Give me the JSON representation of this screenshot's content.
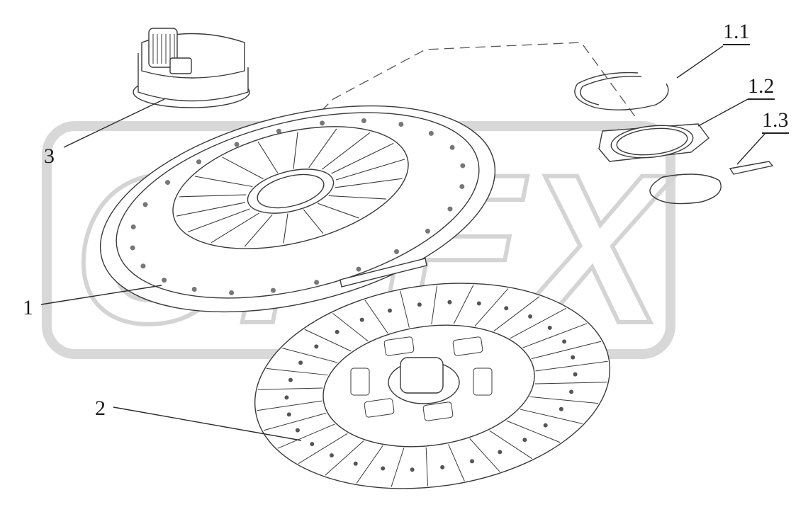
{
  "watermark": {
    "text": "OPEX",
    "color": "#d4d4d4"
  },
  "stroke_color": "#3a3a3a",
  "callouts": [
    {
      "id": "1",
      "label": "1",
      "target": "pressure-plate-assembly"
    },
    {
      "id": "2",
      "label": "2",
      "target": "clutch-disc"
    },
    {
      "id": "3",
      "label": "3",
      "target": "release-bearing"
    },
    {
      "id": "1.1",
      "label": "1.1",
      "target": "snap-ring"
    },
    {
      "id": "1.2",
      "label": "1.2",
      "target": "retaining-ring"
    },
    {
      "id": "1.3",
      "label": "1.3",
      "target": "spring-clip"
    }
  ]
}
